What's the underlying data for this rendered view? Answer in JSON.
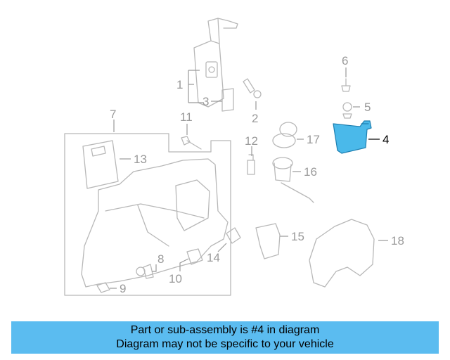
{
  "callouts": {
    "c1": "1",
    "c2": "2",
    "c3": "3",
    "c4": "4",
    "c5": "5",
    "c6": "6",
    "c7": "7",
    "c8": "8",
    "c9": "9",
    "c10": "10",
    "c11": "11",
    "c12": "12",
    "c13": "13",
    "c14": "14",
    "c15": "15",
    "c16": "16",
    "c17": "17",
    "c18": "18"
  },
  "highlight": {
    "part_number": "4",
    "color": "#4ab9ea"
  },
  "banner": {
    "line1": "Part or sub-assembly is #4 in diagram",
    "line2": "Diagram may not be specific to your vehicle",
    "color": "#5bbcf0"
  }
}
